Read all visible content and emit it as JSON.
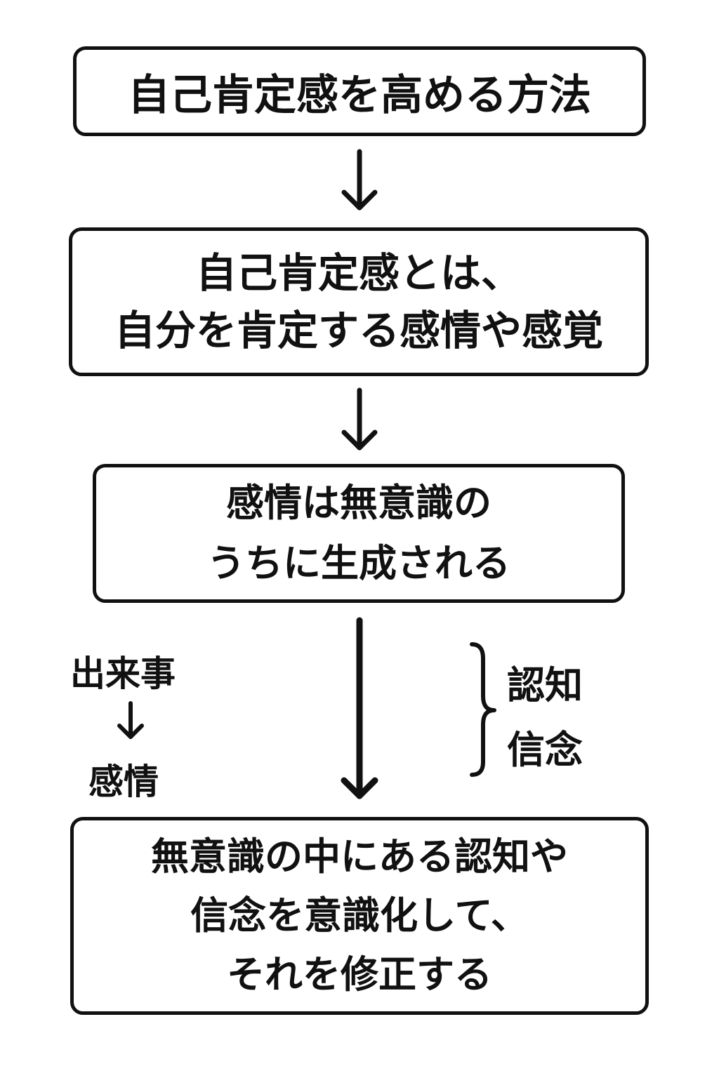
{
  "title_box": {
    "text": "自己肯定感を高める方法"
  },
  "definition_box": {
    "lines": [
      "自己肯定感とは、",
      "自分を肯定する感情や感覚"
    ]
  },
  "emotion_box": {
    "lines": [
      "感情は無意識の",
      "うちに生成される"
    ]
  },
  "side_flow": {
    "from": "出来事",
    "to": "感情"
  },
  "brace_group": {
    "items": [
      "認知",
      "信念"
    ]
  },
  "conclusion_box": {
    "lines": [
      "無意識の中にある認知や",
      "信念を意識化して、",
      "それを修正する"
    ]
  },
  "colors": {
    "stroke": "#111111",
    "background": "#ffffff"
  }
}
